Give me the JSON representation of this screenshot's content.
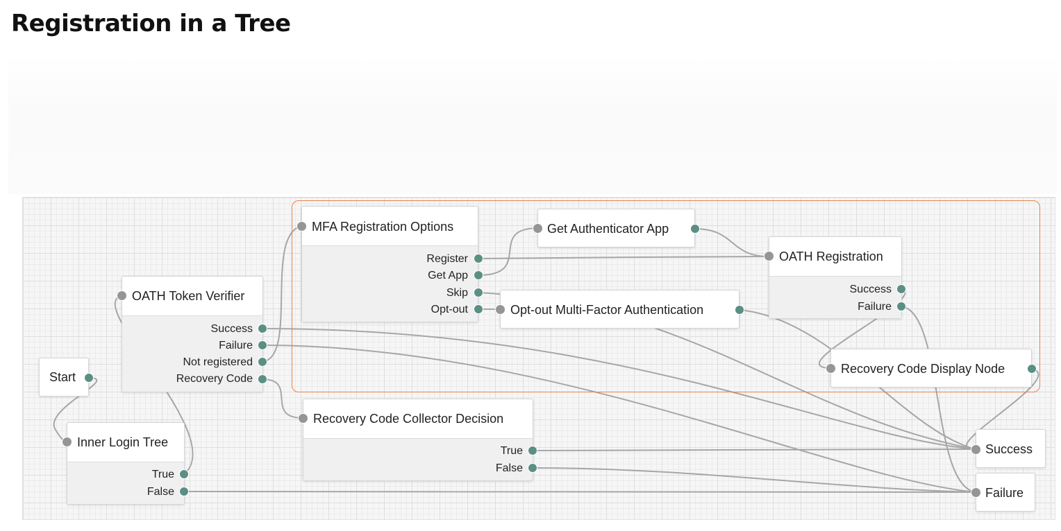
{
  "page": {
    "title": "Registration in a Tree"
  },
  "colors": {
    "group_border": "#e8824a",
    "input_port": "#959595",
    "output_port": "#5b8f84",
    "wire": "#a6a6a6"
  },
  "nodes": {
    "start": {
      "title": "Start"
    },
    "inner_login_tree": {
      "title": "Inner Login Tree",
      "outcomes": [
        "True",
        "False"
      ]
    },
    "oath_token_verifier": {
      "title": "OATH Token Verifier",
      "outcomes": [
        "Success",
        "Failure",
        "Not registered",
        "Recovery Code"
      ]
    },
    "mfa_registration_options": {
      "title": "MFA Registration Options",
      "outcomes": [
        "Register",
        "Get App",
        "Skip",
        "Opt-out"
      ]
    },
    "get_authenticator_app": {
      "title": "Get Authenticator App"
    },
    "oath_registration": {
      "title": "OATH Registration",
      "outcomes": [
        "Success",
        "Failure"
      ]
    },
    "opt_out_mfa": {
      "title": "Opt-out Multi-Factor Authentication"
    },
    "recovery_code_display": {
      "title": "Recovery Code Display Node"
    },
    "recovery_code_collector": {
      "title": "Recovery Code Collector Decision",
      "outcomes": [
        "True",
        "False"
      ]
    },
    "success": {
      "title": "Success"
    },
    "failure": {
      "title": "Failure"
    }
  }
}
